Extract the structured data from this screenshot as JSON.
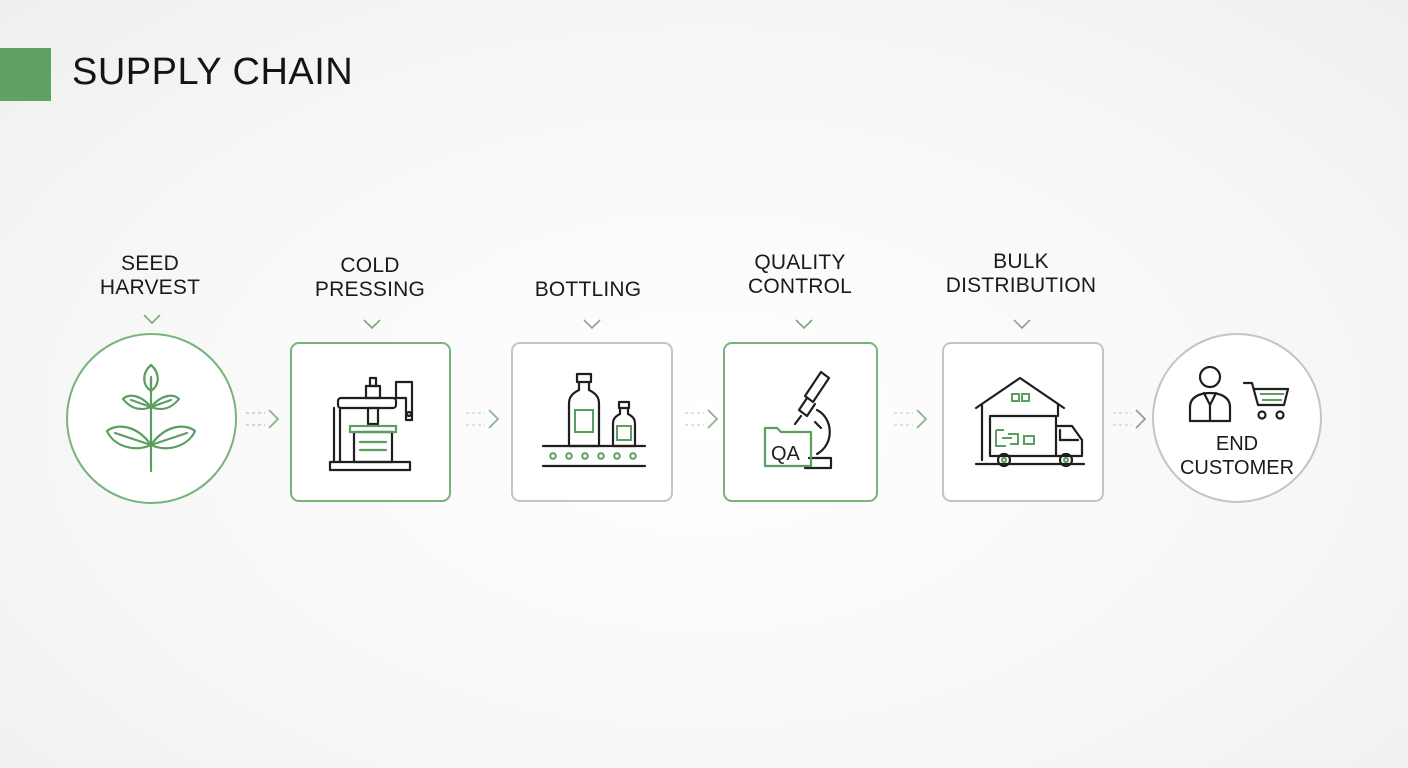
{
  "header": {
    "title": "SUPPLY CHAIN"
  },
  "colors": {
    "accent": "#5fa263",
    "node_green_border": "#78b37a",
    "node_grey_border": "#c4c4c4",
    "icon_green": "#5b9e5f",
    "icon_dark": "#1f1f1f"
  },
  "stages": [
    {
      "label_line1": "SEED",
      "label_line2": "HARVEST",
      "icon": "sprout-icon"
    },
    {
      "label_line1": "COLD",
      "label_line2": "PRESSING",
      "icon": "oil-press-icon"
    },
    {
      "label_line1": "",
      "label_line2": "BOTTLING",
      "icon": "bottles-conveyor-icon"
    },
    {
      "label_line1": "QUALITY",
      "label_line2": "CONTROL",
      "icon": "microscope-qa-icon",
      "badge_text": "QA"
    },
    {
      "label_line1": "BULK",
      "label_line2": "DISTRIBUTION",
      "icon": "warehouse-truck-icon"
    },
    {
      "label_line1": "END",
      "label_line2": "CUSTOMER",
      "icon": "customer-cart-icon"
    }
  ]
}
